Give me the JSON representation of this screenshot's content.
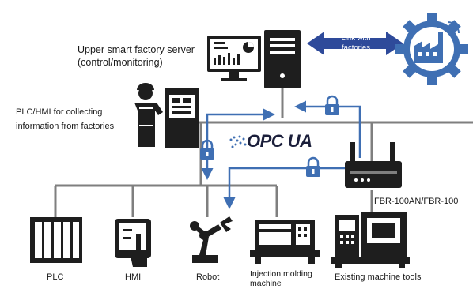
{
  "labels": {
    "server_title": "Upper smart factory server",
    "server_subtitle": "(control/monitoring)",
    "link_line1": "Link with",
    "link_line2": "factories",
    "plc_hmi_line1": "PLC/HMI for collecting",
    "plc_hmi_line2": "information from factories",
    "opc_logo": "OPC UA",
    "router_model": "FBR-100AN/FBR-100",
    "device_plc": "PLC",
    "device_hmi": "HMI",
    "device_robot": "Robot",
    "device_injection_line1": "Injection molding",
    "device_injection_line2": "machine",
    "device_machine_tools": "Existing machine tools"
  },
  "colors": {
    "bus_line": "#7f7f7f",
    "arrow_blue": "#3f6fb3",
    "link_arrow": "#2e4a9a",
    "icon_dark": "#1e1e1e",
    "icon_blue": "#3f6fb3",
    "background_band": "#e9e9e9"
  },
  "icons": {
    "factory": "factory-gear-icon",
    "server": "server-tower-icon",
    "monitor": "monitor-dashboard-icon",
    "worker": "worker-at-panel-icon",
    "lock": "padlock-icon",
    "router": "router-icon",
    "plc": "plc-rack-icon",
    "hmi": "hmi-touch-icon",
    "robot": "robot-arm-icon",
    "injection": "injection-molding-icon",
    "machine_tool": "machine-tool-icon"
  }
}
